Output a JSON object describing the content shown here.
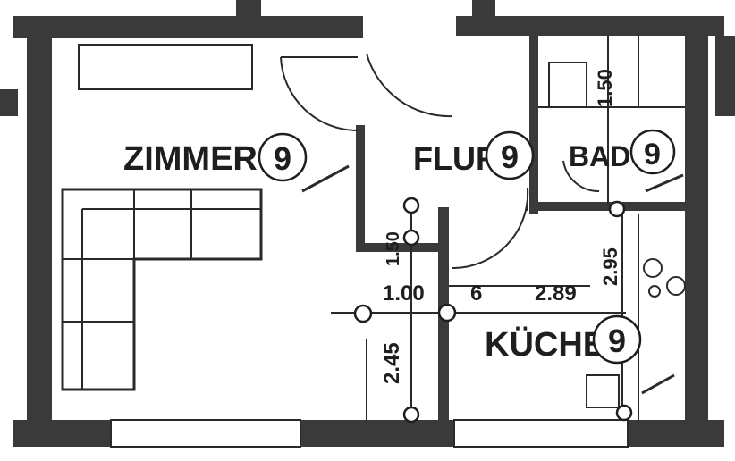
{
  "rooms": {
    "zimmer": {
      "name": "ZIMMER",
      "number": "9"
    },
    "flur": {
      "name": "FLUR",
      "number": "9"
    },
    "bad": {
      "name": "BAD",
      "number": "9"
    },
    "kueche": {
      "name": "KÜCHE",
      "number": "9"
    }
  },
  "dimensions": {
    "bad_150": "1.50",
    "flur_150": "1.50",
    "d_100": "1.00",
    "d_6": "6",
    "d_289": "2.89",
    "d_295": "2.95",
    "d_245": "2.45"
  }
}
